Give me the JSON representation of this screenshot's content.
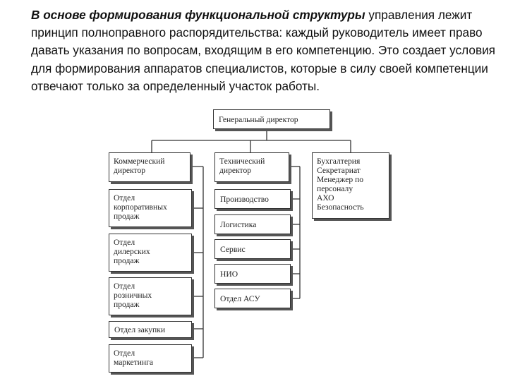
{
  "intro": {
    "italic": "В основе формирования функциональной структуры",
    "rest": " управления лежит принцип полноправного распорядительства: каждый руководитель имеет право давать указания по вопросам, входящим в его компетенцию. Это создает условия для формирования аппаратов специалистов, которые в силу своей компетенции отвечают только за определенный участок работы."
  },
  "org_chart": {
    "root": "Генеральный директор",
    "commercial": {
      "head": "Коммерческий\nдиректор",
      "units": [
        "Отдел\nкорпоративных\nпродаж",
        "Отдел\nдилерских\nпродаж",
        "Отдел\nрозничных\nпродаж",
        "Отдел закупки",
        "Отдел\nмаркетинга"
      ]
    },
    "technical": {
      "head": "Технический\nдиректор",
      "units": [
        "Производство",
        "Логистика",
        "Сервис",
        "НИО",
        "Отдел АСУ"
      ]
    },
    "staff": "Бухгалтерия\nСекретариат\nМенеджер по\nперсоналу\nАХО\nБезопасность"
  }
}
